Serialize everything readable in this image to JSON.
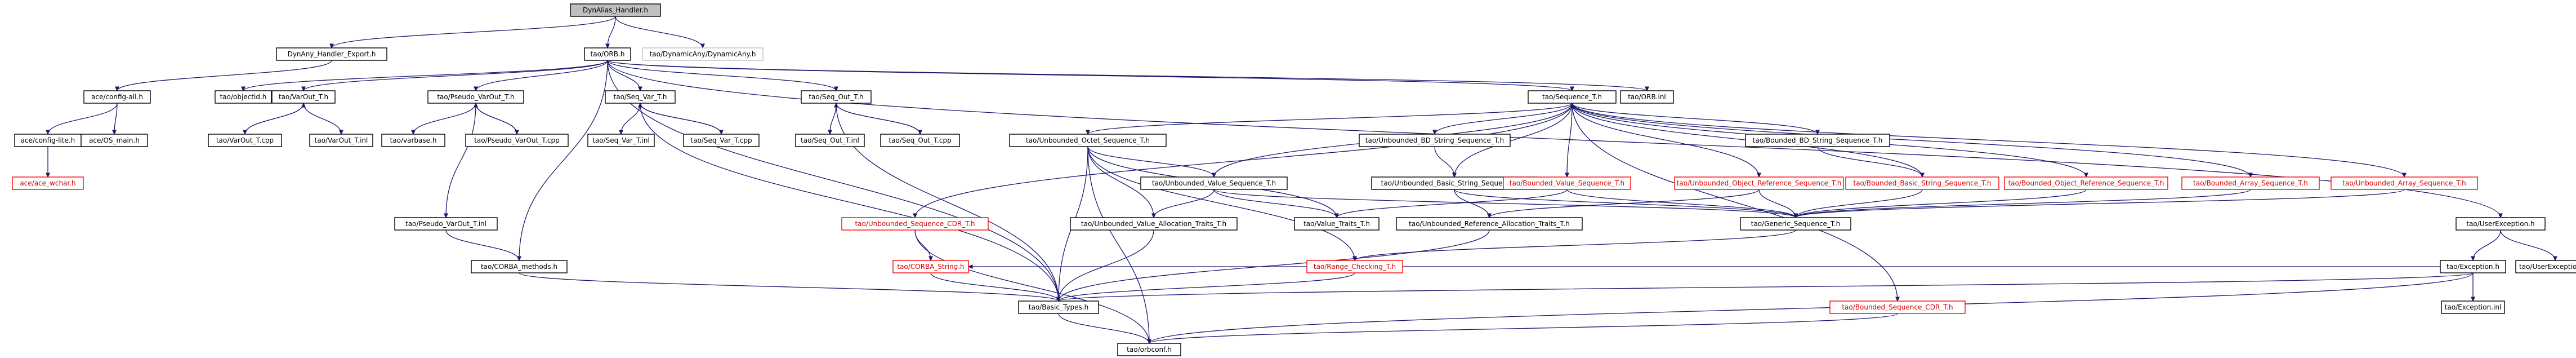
{
  "colors": {
    "edge": "#191970",
    "root_fill": "#bfbfbf",
    "missing_border": "#ff0000",
    "missing_text": "#d40000",
    "external_border": "#bfbfbf"
  },
  "nodes": {
    "root": "DynAlias_Handler.h",
    "dynany_export": "DynAny_Handler_Export.h",
    "orb": "tao/ORB.h",
    "dynamicany": "tao/DynamicAny/DynamicAny.h",
    "config_all": "ace/config-all.h",
    "config_lite": "ace/config-lite.h",
    "os_main": "ace/OS_main.h",
    "ace_wchar": "ace/ace_wchar.h",
    "objectid": "tao/objectid.h",
    "varout": "tao/VarOut_T.h",
    "varout_cpp": "tao/VarOut_T.cpp",
    "varout_inl": "tao/VarOut_T.inl",
    "pseudo_varout": "tao/Pseudo_VarOut_T.h",
    "varbase": "tao/varbase.h",
    "pseudo_varout_cpp": "tao/Pseudo_VarOut_T.cpp",
    "pseudo_varout_inl": "tao/Pseudo_VarOut_T.inl",
    "corba_methods": "tao/CORBA_methods.h",
    "seq_var": "tao/Seq_Var_T.h",
    "seq_var_inl": "tao/Seq_Var_T.inl",
    "seq_var_cpp": "tao/Seq_Var_T.cpp",
    "seq_out": "tao/Seq_Out_T.h",
    "seq_out_inl": "tao/Seq_Out_T.inl",
    "seq_out_cpp": "tao/Seq_Out_T.cpp",
    "sequence": "tao/Sequence_T.h",
    "orb_inl": "tao/ORB.inl",
    "user_exception": "tao/UserException.h",
    "unb_octet": "tao/Unbounded_Octet_Sequence_T.h",
    "unb_bd_string": "tao/Unbounded_BD_String_Sequence_T.h",
    "bd_bd_string": "tao/Bounded_BD_String_Sequence_T.h",
    "unb_value_seq": "tao/Unbounded_Value_Sequence_T.h",
    "unb_basic_string": "tao/Unbounded_Basic_String_Sequence_T.h",
    "bd_value_seq": "tao/Bounded_Value_Sequence_T.h",
    "unb_objref": "tao/Unbounded_Object_Reference_Sequence_T.h",
    "bd_basic_string": "tao/Bounded_Basic_String_Sequence_T.h",
    "bd_objref": "tao/Bounded_Object_Reference_Sequence_T.h",
    "bd_array": "tao/Bounded_Array_Sequence_T.h",
    "unb_array": "tao/Unbounded_Array_Sequence_T.h",
    "unb_seq_cdr": "tao/Unbounded_Sequence_CDR_T.h",
    "unb_value_alloc": "tao/Unbounded_Value_Allocation_Traits_T.h",
    "value_traits": "tao/Value_Traits_T.h",
    "unb_ref_alloc": "tao/Unbounded_Reference_Allocation_Traits_T.h",
    "generic_seq": "tao/Generic_Sequence_T.h",
    "corba_string": "tao/CORBA_String.h",
    "range_checking": "tao/Range_Checking_T.h",
    "basic_types": "tao/Basic_Types.h",
    "bd_seq_cdr": "tao/Bounded_Sequence_CDR_T.h",
    "orbconf": "tao/orbconf.h",
    "exception": "tao/Exception.h",
    "user_exception_inl": "tao/UserException.inl",
    "exception_inl": "tao/Exception.inl"
  }
}
